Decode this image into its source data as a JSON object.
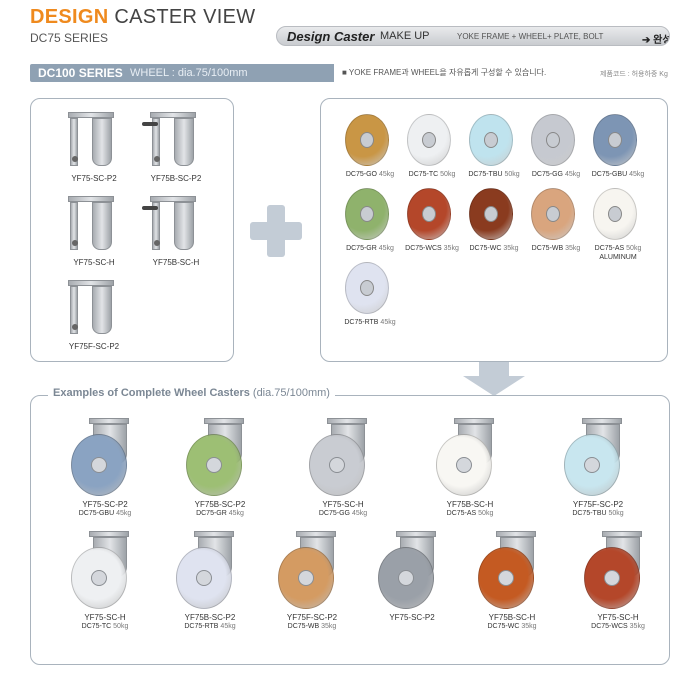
{
  "header": {
    "title_accent": "DESIGN",
    "title_rest": "CASTER VIEW",
    "subtitle": "DC75 SERIES"
  },
  "makeup": {
    "italic_part": "Design Caster",
    "label": "MAKE UP",
    "formula": "YOKE FRAME + WHEEL+ PLATE, BOLT",
    "arrow": "➔",
    "result": "완성"
  },
  "series": {
    "name": "DC100 SERIES",
    "detail": "WHEEL : dia.75/100mm",
    "note": "■ YOKE FRAME과 WHEEL을 자유롭게 구성할 수 있습니다.",
    "legend": "제품코드 : 허용하중 Kg"
  },
  "colors": {
    "accent": "#ef8a1e",
    "header_bar": "#8fa1b3",
    "frame": "#a9b3bd"
  },
  "yokes": [
    {
      "code": "YF75-SC-P2"
    },
    {
      "code": "YF75B-SC-P2"
    },
    {
      "code": "YF75-SC-H"
    },
    {
      "code": "YF75B-SC-H"
    },
    {
      "code": "YF75F-SC-P2"
    }
  ],
  "wheels": [
    {
      "code": "DC75-GO",
      "load": "45kg",
      "color": "#c99645"
    },
    {
      "code": "DC75-TC",
      "load": "50kg",
      "color": "#eef0f2"
    },
    {
      "code": "DC75-TBU",
      "load": "50kg",
      "color": "#bfe3ee"
    },
    {
      "code": "DC75-GG",
      "load": "45kg",
      "color": "#c6c9d0"
    },
    {
      "code": "DC75-GBU",
      "load": "45kg",
      "color": "#7d95b4"
    },
    {
      "code": "DC75-GR",
      "load": "45kg",
      "color": "#8fb26c"
    },
    {
      "code": "DC75-WCS",
      "load": "35kg",
      "color": "#b4472a"
    },
    {
      "code": "DC75-WC",
      "load": "35kg",
      "color": "#8a3b1f"
    },
    {
      "code": "DC75-WB",
      "load": "35kg",
      "color": "#d9a57e"
    },
    {
      "code": "DC75-AS",
      "load": "50kg",
      "note": "ALUMINUM",
      "color": "#f7f5f0"
    },
    {
      "code": "DC75-RTB",
      "load": "45kg",
      "color": "#dfe3f0"
    }
  ],
  "examples_title": {
    "main": "Examples of Complete Wheel Casters",
    "dim": "(dia.75/100mm)"
  },
  "examples": [
    {
      "yoke": "YF75-SC-P2",
      "wheel": "DC75-GBU",
      "load": "45kg",
      "color": "#8aa3c2"
    },
    {
      "yoke": "YF75B-SC-P2",
      "wheel": "DC75-GR",
      "load": "45kg",
      "color": "#9dbf74"
    },
    {
      "yoke": "YF75-SC-H",
      "wheel": "DC75-GG",
      "load": "45kg",
      "color": "#c9ccd2"
    },
    {
      "yoke": "YF75B-SC-H",
      "wheel": "DC75-AS",
      "load": "50kg",
      "color": "#f8f7f3"
    },
    {
      "yoke": "YF75F-SC-P2",
      "wheel": "DC75-TBU",
      "load": "50kg",
      "color": "#c8e6ef"
    },
    {
      "yoke": "YF75-SC-H",
      "wheel": "DC75-TC",
      "load": "50kg",
      "color": "#eef0f2"
    },
    {
      "yoke": "YF75B-SC-P2",
      "wheel": "DC75-RTB",
      "load": "45kg",
      "color": "#dfe3f0"
    },
    {
      "yoke": "YF75F-SC-P2",
      "wheel": "DC75-WB",
      "load": "35kg",
      "color": "#d49b62"
    },
    {
      "yoke": "YF75-SC-P2",
      "wheel": "",
      "load": "",
      "color": "#9aa0a8"
    },
    {
      "yoke": "YF75B-SC-H",
      "wheel": "DC75-WC",
      "load": "35kg",
      "color": "#c45a22"
    },
    {
      "yoke": "YF75-SC-H",
      "wheel": "DC75-WCS",
      "load": "35kg",
      "color": "#b4472a"
    }
  ]
}
